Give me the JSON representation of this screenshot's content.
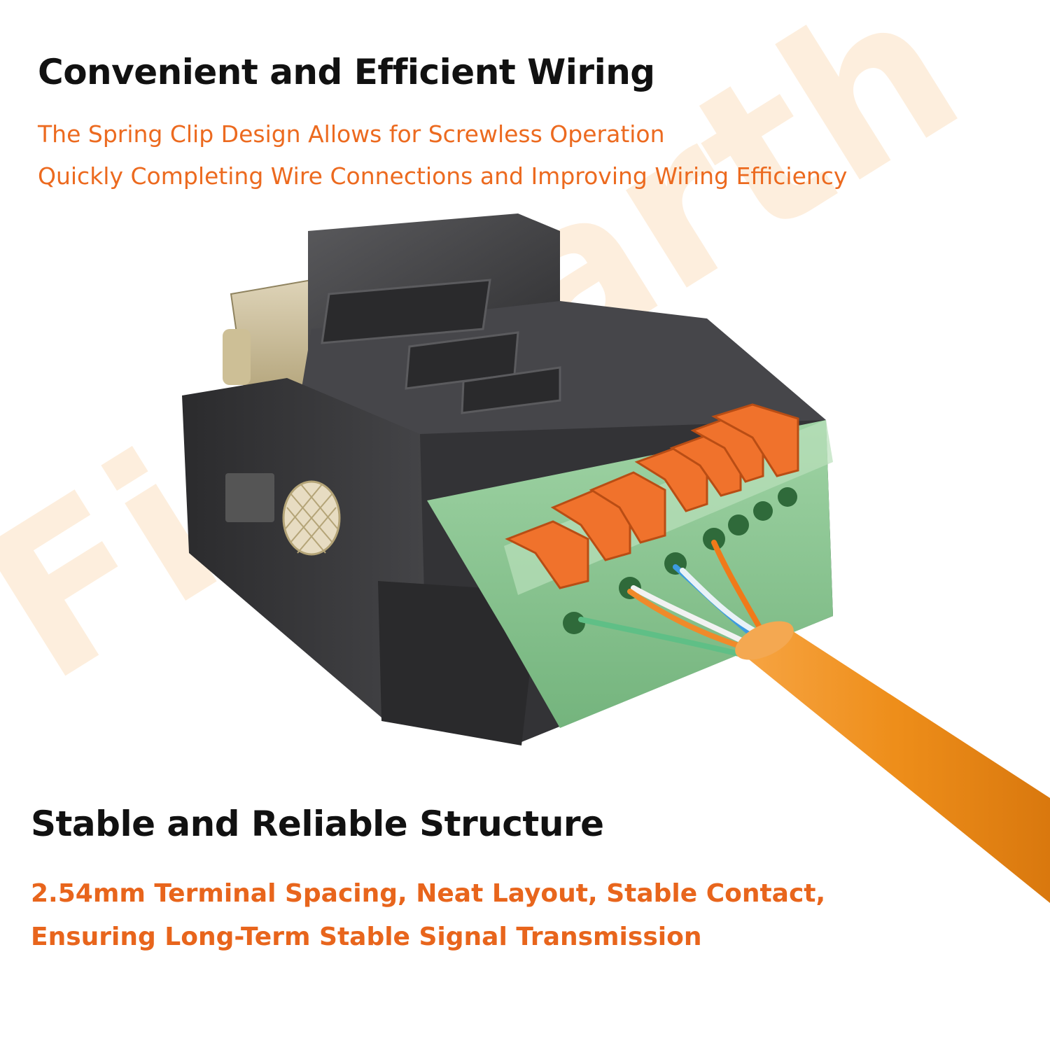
{
  "section1": {
    "title": "Convenient and Efficient Wiring",
    "line1": "The Spring Clip Design Allows for Screwless Operation",
    "line2": "Quickly Completing Wire Connections and Improving Wiring Efficiency"
  },
  "section2": {
    "title": "Stable and Reliable Structure",
    "line1": "2.54mm Terminal Spacing, Neat Layout, Stable Contact,",
    "line2": "Ensuring Long-Term Stable Signal Transmission"
  },
  "watermark": "FireFarth",
  "colors": {
    "accent": "#ec6a1f",
    "heading": "#111111",
    "terminal_green": "#82c08a",
    "housing": "#3a3a3c",
    "cable": "#f0921a"
  }
}
